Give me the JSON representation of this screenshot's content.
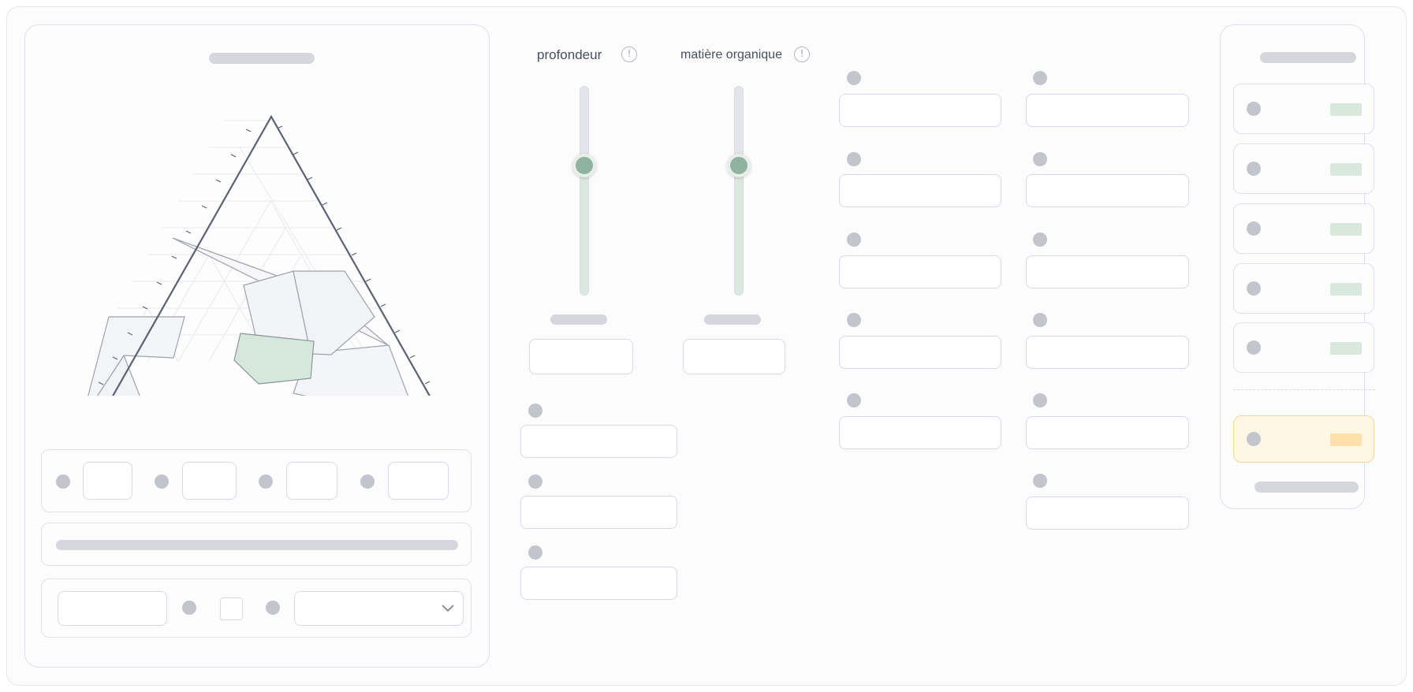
{
  "sliders": {
    "depth": {
      "label": "profondeur",
      "info_icon": "!",
      "level": 0.62
    },
    "organic": {
      "label": "matière organique",
      "info_icon": "!",
      "level": 0.62
    }
  },
  "colors": {
    "accent_green": "#8fb39e",
    "selected_region": "#d6e8dc",
    "highlight_card": "#fff7e6",
    "highlight_border": "#f3d79a",
    "highlight_swatch": "#ffe0ab"
  },
  "icons": {
    "info": "info-icon",
    "dropdown": "chevron-down-icon"
  }
}
